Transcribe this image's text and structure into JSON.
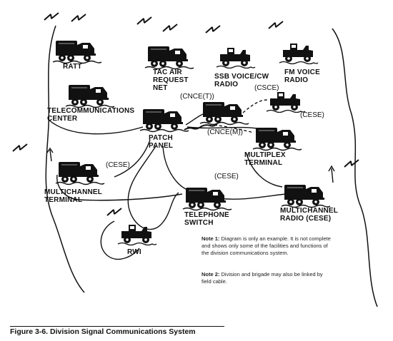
{
  "figure": {
    "caption": "Figure 3-6.  Division Signal Communications System"
  },
  "nodes": {
    "ratt": "RATT",
    "tac_air": "TAC AIR\nREQUEST\nNET",
    "ssb": "SSB VOICE/CW\nRADIO",
    "fm": "FM VOICE\nRADIO",
    "telecom_center": "TELECOMMUNICATIONS\nCENTER",
    "patch_panel": "PATCH\nPANEL",
    "multiplex_terminal": "MULTIPLEX\nTERMINAL",
    "multichannel_terminal": "MULTICHANNEL\nTERMINAL",
    "telephone_switch": "TELEPHONE\nSWITCH",
    "multichannel_radio": "MULTICHANNEL\nRADIO (CESE)",
    "rwi": "RWI"
  },
  "tags": {
    "cnce_t": "(CNCE(T))",
    "csce": "(CSCE)",
    "cese_right": "(CESE)",
    "cnce_m": "(CNCE(M))",
    "cese_left": "(CESE)",
    "cese_mid": "(CESE)"
  },
  "notes": {
    "note1_label": "Note 1:",
    "note1_text": "Diagram is only an example. It is not complete and shows only some of the facilities and functions of the division communications system.",
    "note2_label": "Note 2:",
    "note2_text": "Division and brigade may also be linked by field cable."
  },
  "icons": [
    "truck-icon",
    "jeep-icon",
    "antenna-icon",
    "radio-wave-icon"
  ]
}
